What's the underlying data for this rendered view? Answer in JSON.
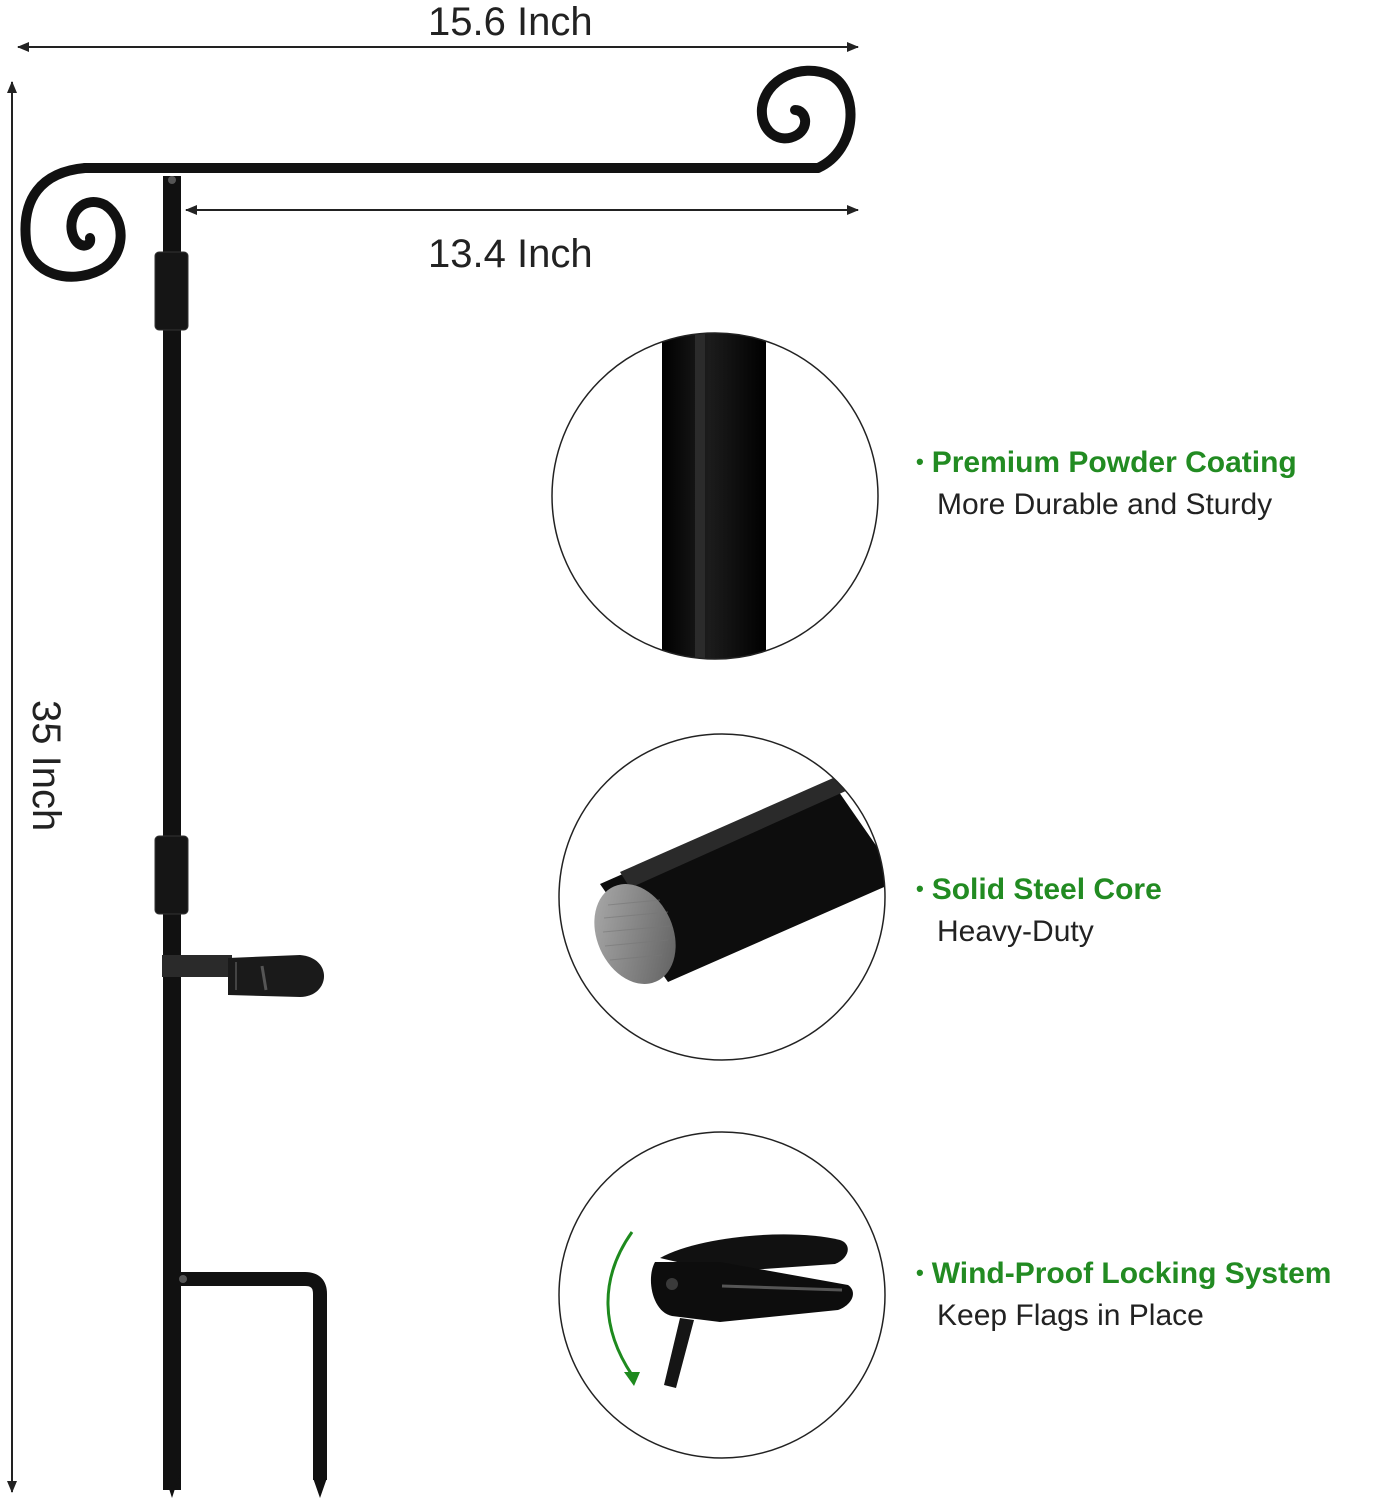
{
  "dimensions": {
    "width_label": "15.6 Inch",
    "inner_width_label": "13.4 Inch",
    "height_label": "35 Inch"
  },
  "features": [
    {
      "title": "Premium Powder Coating",
      "subtitle": "More Durable and Sturdy"
    },
    {
      "title": "Solid Steel Core",
      "subtitle": "Heavy-Duty"
    },
    {
      "title": "Wind-Proof Locking System",
      "subtitle": "Keep Flags in Place"
    }
  ],
  "bullet": "•",
  "colors": {
    "accent": "#228b22",
    "metal": "#111111",
    "text": "#222222",
    "core": "#8a8a8a"
  }
}
